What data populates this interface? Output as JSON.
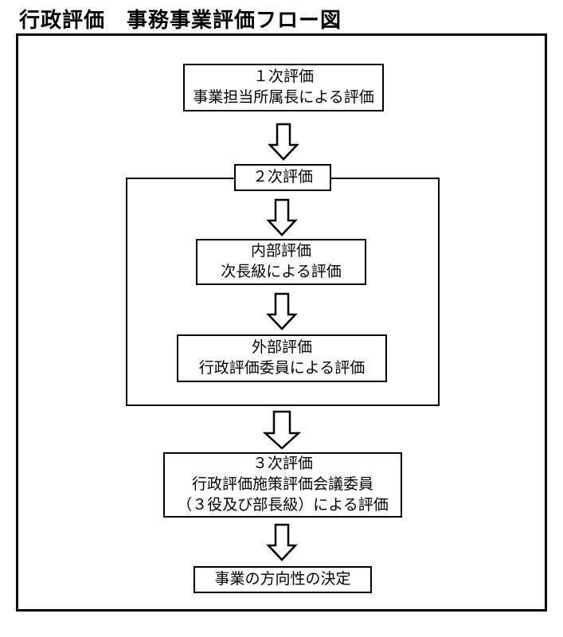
{
  "page": {
    "title": "行政評価　事務事業評価フロー図",
    "background_color": "#ffffff",
    "line_color": "#000000"
  },
  "flowchart": {
    "nodes": [
      {
        "id": "first-evaluation",
        "lines": [
          "１次評価",
          "事業担当所属長による評価"
        ]
      },
      {
        "id": "second-evaluation",
        "lines": [
          "２次評価"
        ]
      },
      {
        "id": "internal-evaluation",
        "lines": [
          "内部評価",
          "次長級による評価"
        ]
      },
      {
        "id": "external-evaluation",
        "lines": [
          "外部評価",
          "行政評価委員による評価"
        ]
      },
      {
        "id": "third-evaluation",
        "lines": [
          "３次評価",
          "行政評価施策評価会議委員",
          "（３役及び部長級）による評価"
        ]
      },
      {
        "id": "decision",
        "lines": [
          "事業の方向性の決定"
        ]
      }
    ],
    "connectors": [
      {
        "from": "first-evaluation",
        "to": "second-evaluation",
        "icon": "down-arrow"
      },
      {
        "from": "second-evaluation",
        "to": "internal-evaluation",
        "icon": "down-arrow"
      },
      {
        "from": "internal-evaluation",
        "to": "external-evaluation",
        "icon": "down-arrow"
      },
      {
        "from": "second-evaluation-group",
        "to": "third-evaluation",
        "icon": "down-arrow"
      },
      {
        "from": "third-evaluation",
        "to": "decision",
        "icon": "down-arrow"
      }
    ]
  }
}
